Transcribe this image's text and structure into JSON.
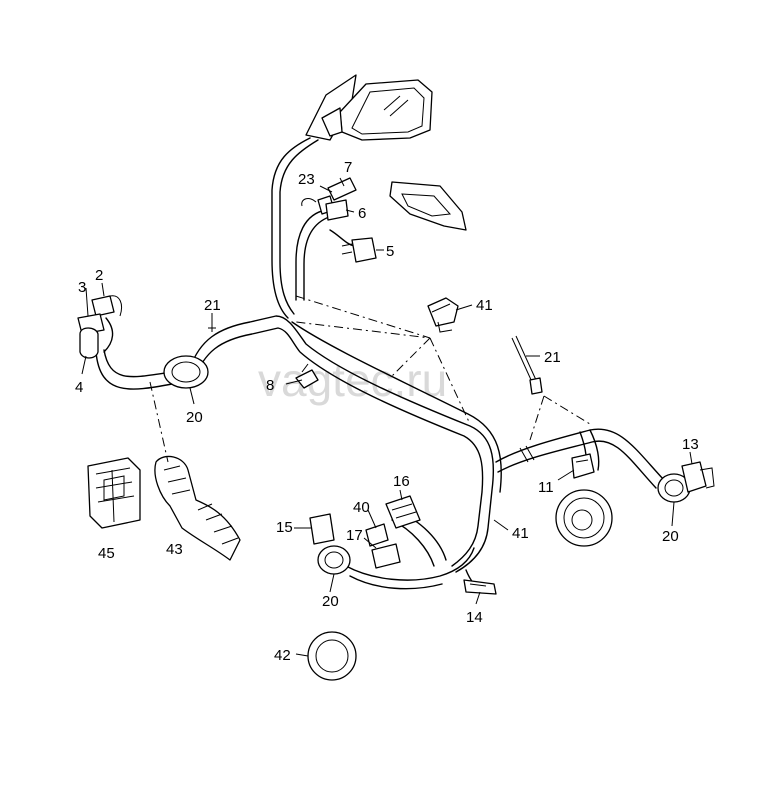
{
  "watermark": "vagtec.ru",
  "callouts": {
    "c2": "2",
    "c3": "3",
    "c4": "4",
    "c5": "5",
    "c6": "6",
    "c7": "7",
    "c8": "8",
    "c11": "11",
    "c13": "13",
    "c14": "14",
    "c15": "15",
    "c16": "16",
    "c17": "17",
    "c20a": "20",
    "c20b": "20",
    "c20c": "20",
    "c21a": "21",
    "c21b": "21",
    "c23": "23",
    "c40": "40",
    "c41a": "41",
    "c41b": "41",
    "c42": "42",
    "c43": "43",
    "c45": "45"
  }
}
